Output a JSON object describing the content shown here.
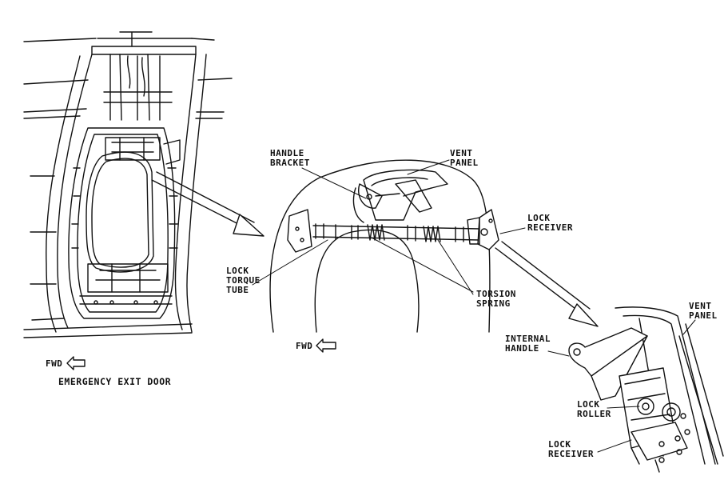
{
  "labels": {
    "emergency_exit_door": "EMERGENCY EXIT DOOR",
    "fwd_left": "FWD",
    "fwd_center": "FWD",
    "handle_bracket": "HANDLE\nBRACKET",
    "vent_panel_top": "VENT\nPANEL",
    "lock_receiver_top": "LOCK\nRECEIVER",
    "lock_torque_tube": "LOCK\nTORQUE\nTUBE",
    "torsion_spring": "TORSION\nSPRING",
    "internal_handle": "INTERNAL\nHANDLE",
    "vent_panel_right": "VENT\nPANEL",
    "lock_roller": "LOCK\nROLLER",
    "lock_receiver_bottom": "LOCK\nRECEIVER"
  },
  "icons": {
    "fwd_arrow": "fwd-arrow-icon",
    "callout_arrow": "callout-arrow-icon"
  },
  "colors": {
    "ink": "#111111",
    "background": "#ffffff"
  }
}
